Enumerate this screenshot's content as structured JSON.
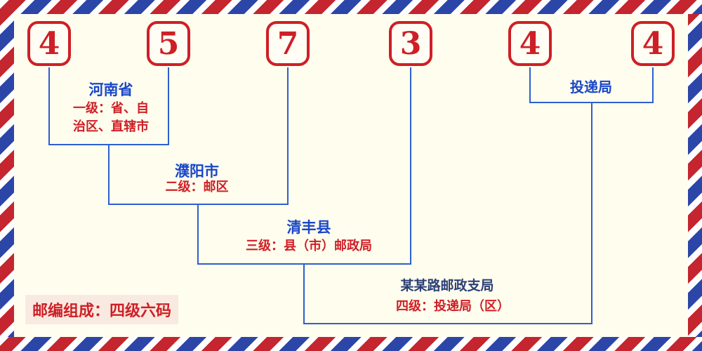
{
  "postal_code": {
    "digits": [
      "4",
      "5",
      "7",
      "3",
      "4",
      "4"
    ]
  },
  "levels": [
    {
      "name": "河南省",
      "desc_lines": [
        "一级：省、自",
        "治区、直辖市"
      ]
    },
    {
      "name": "濮阳市",
      "desc": "二级：邮区"
    },
    {
      "name": "清丰县",
      "desc": "三级：县（市）邮政局"
    },
    {
      "name": "某某路邮政支局",
      "desc": "四级：投递局（区）"
    }
  ],
  "delivery_office_label": "投递局",
  "footer": {
    "label": "邮编组成：四级六码"
  },
  "colors": {
    "background": "#FFFDEE",
    "red": "#CE1F26",
    "blue_text": "#1A47C8",
    "line_blue": "#2E5FD0",
    "navy_text": "#2B3E75",
    "stripe_red": "#C4252E",
    "stripe_blue": "#2C46A8"
  }
}
